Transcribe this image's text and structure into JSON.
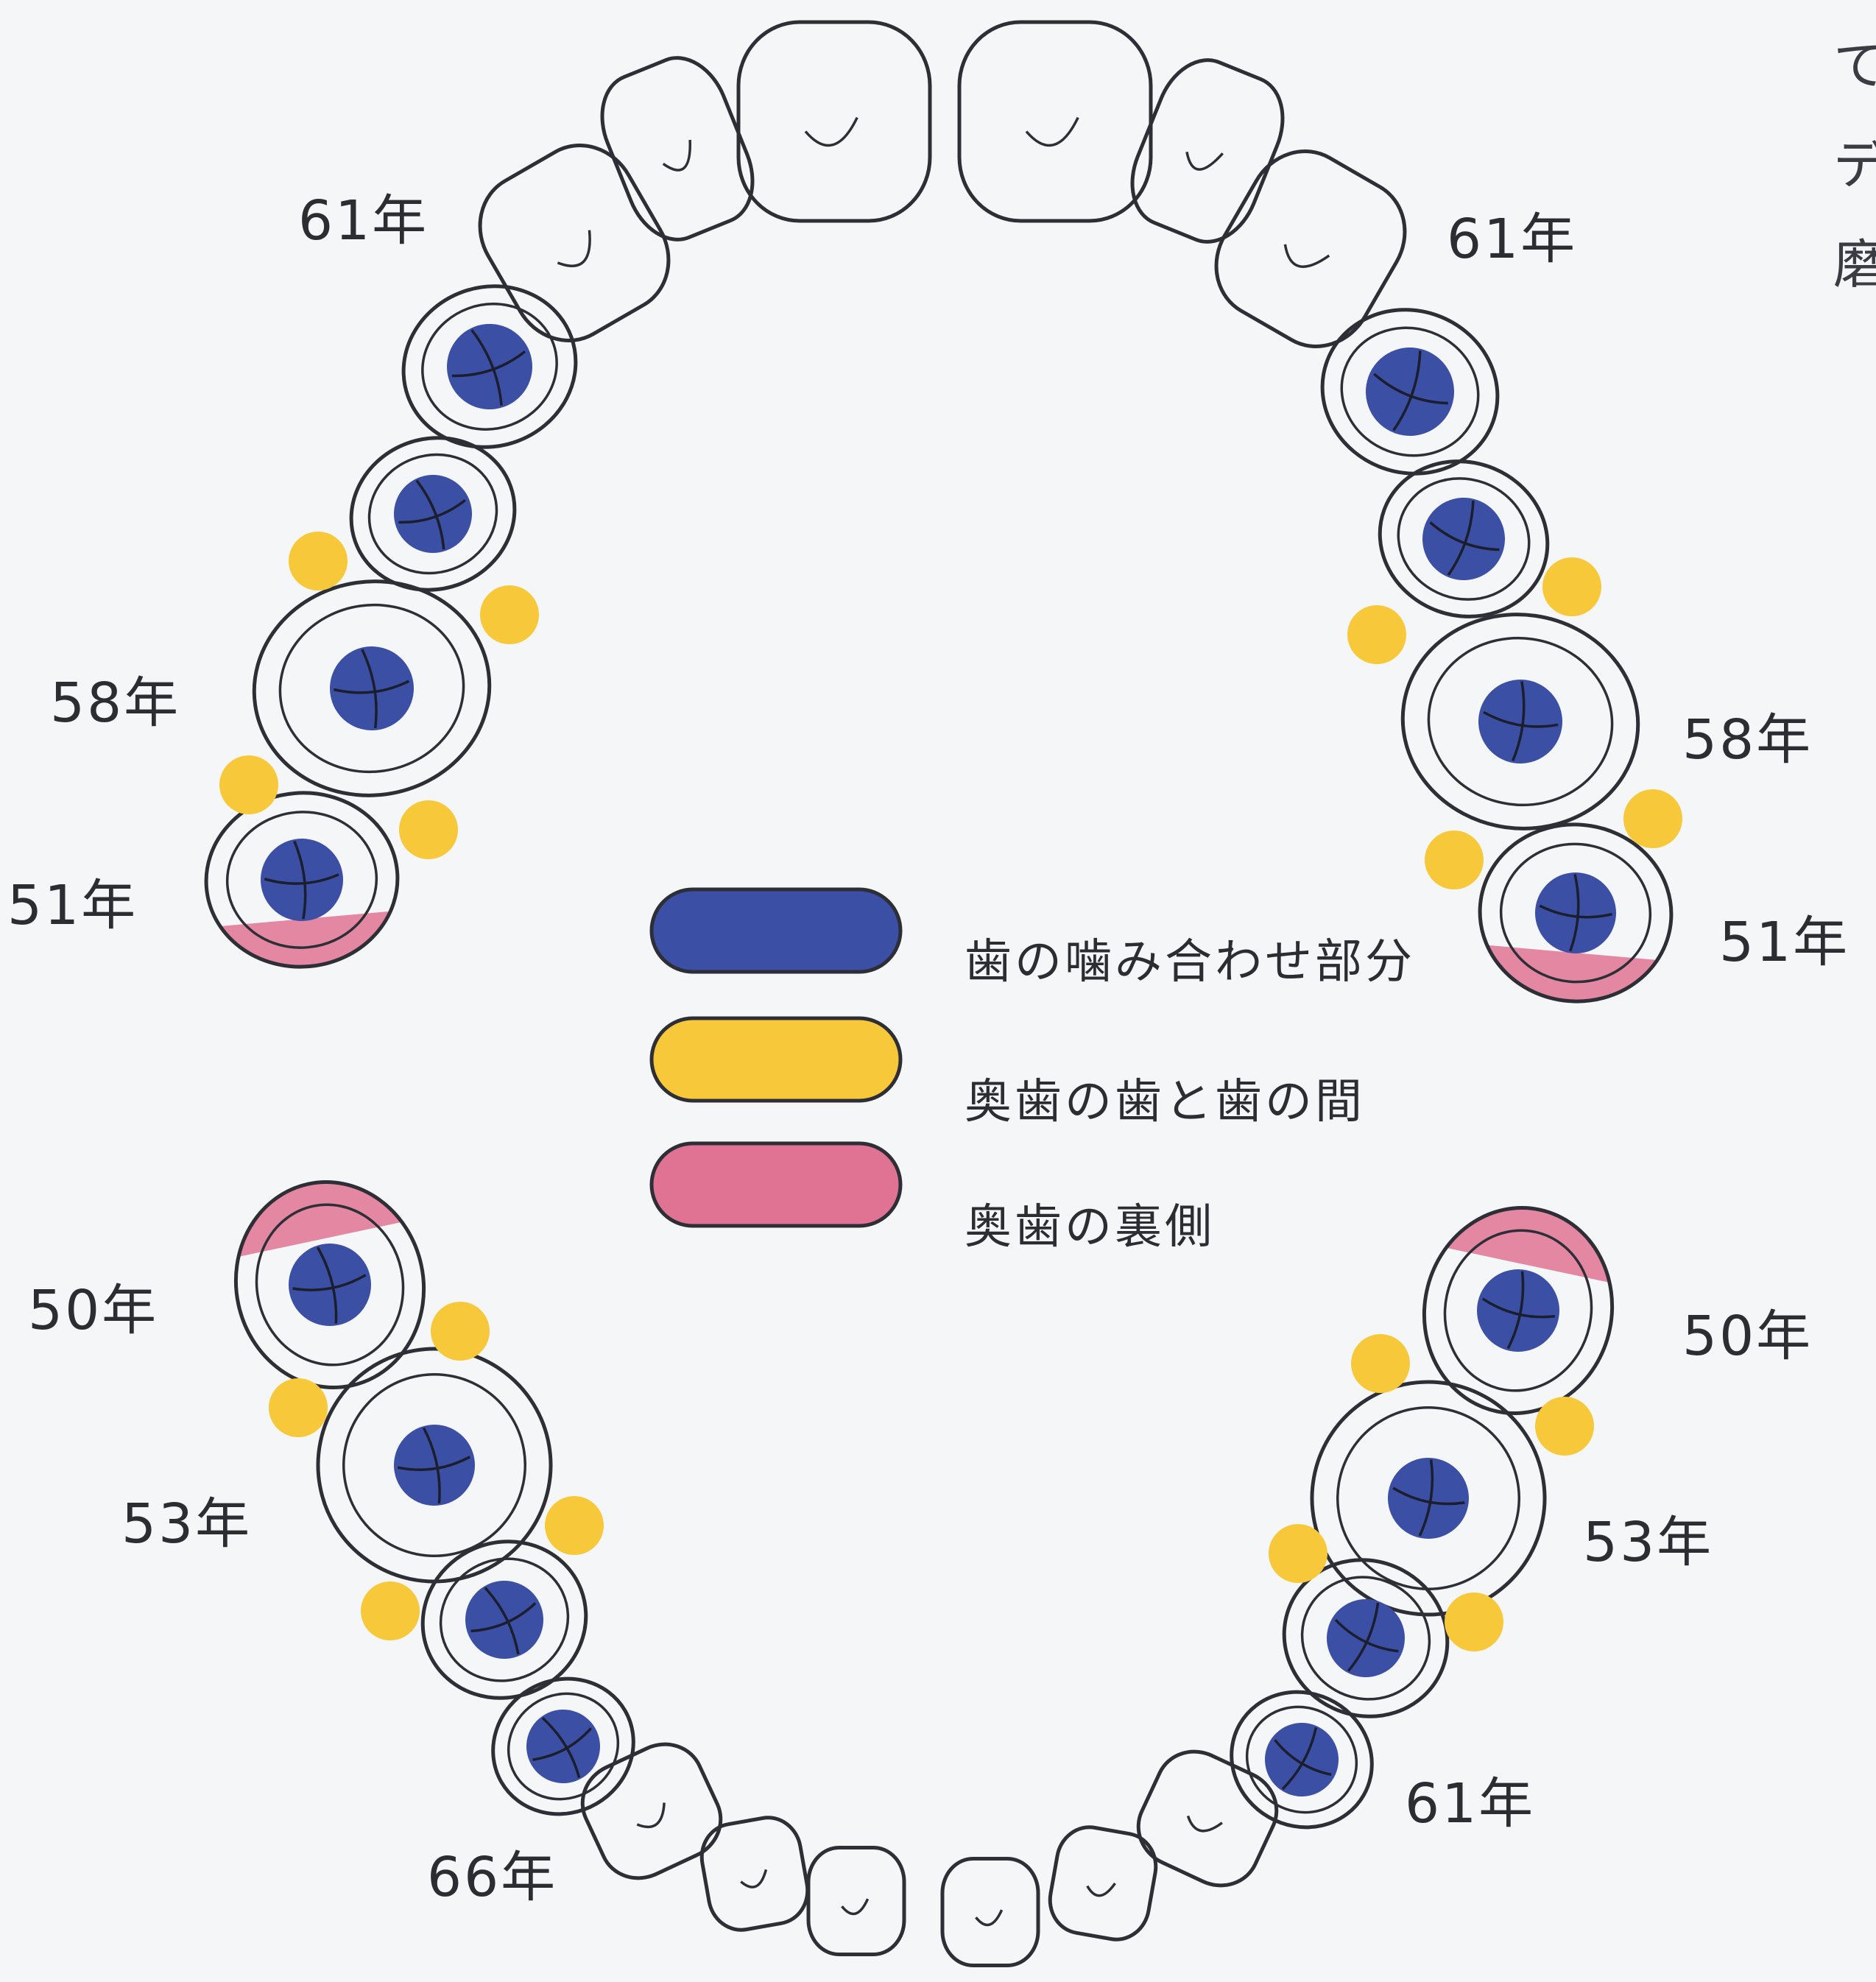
{
  "colors": {
    "occlusal": "#3b4fa4",
    "interproximal": "#f7c93a",
    "lingual": "#e07394",
    "outline": "#2e2f36"
  },
  "legend": [
    {
      "key": "occlusal",
      "text": "歯の噛み合わせ部分"
    },
    {
      "key": "interproximal",
      "text": "奥歯の歯と歯の間"
    },
    {
      "key": "lingual",
      "text": "奥歯の裏側"
    }
  ],
  "year_labels": {
    "upper_left_premolar1": "61年",
    "upper_left_molar1": "58年",
    "upper_left_molar2": "51年",
    "upper_right_premolar1": "61年",
    "upper_right_molar1": "58年",
    "upper_right_molar2": "51年",
    "lower_left_molar2": "50年",
    "lower_left_molar1": "53年",
    "lower_left_canine": "66年",
    "lower_right_molar2": "50年",
    "lower_right_molar1": "53年",
    "lower_right_premolar2": "61年"
  },
  "edge_text": [
    "て",
    "デ",
    "磨"
  ]
}
